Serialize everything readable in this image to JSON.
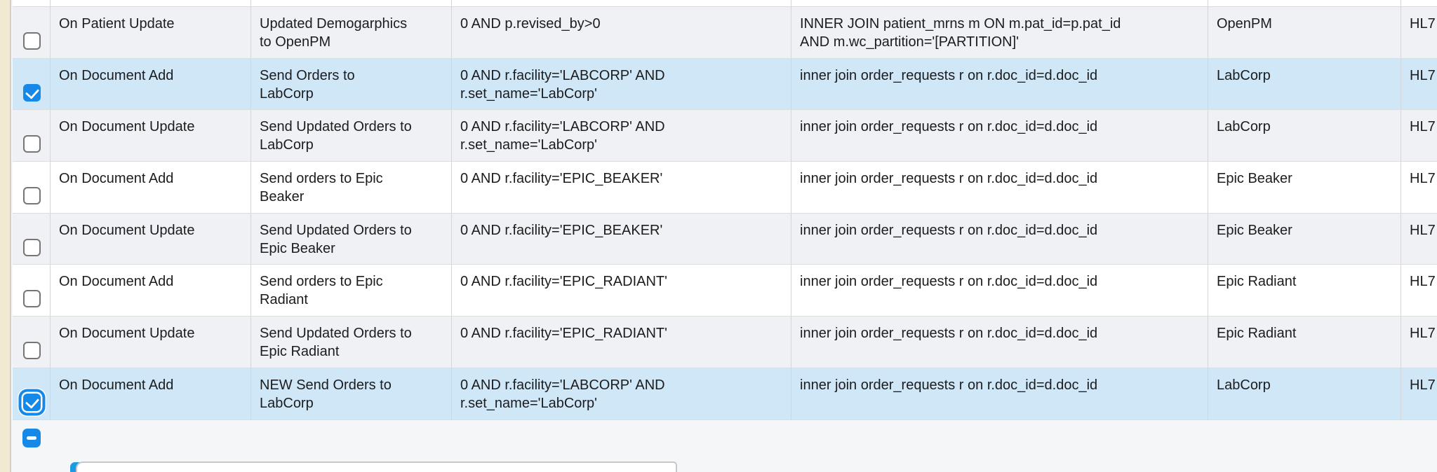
{
  "colors": {
    "accent_blue": "#1588e8",
    "selected_row_blue": "#cfe7f7",
    "striped_row_gray": "#f0f1f5",
    "gutter_beige": "#f2e9d3",
    "panel_accent_blue": "#199ae1"
  },
  "table": {
    "rows": [
      {
        "event": "On Patient Update",
        "name": "Updated Demogarphics\nto OpenPM",
        "condition": "0 AND p.revised_by>0",
        "join": "INNER JOIN patient_mrns m ON m.pat_id=p.pat_id\nAND m.wc_partition='[PARTITION]'",
        "target": "OpenPM",
        "protocol": "HL7",
        "checked": false
      },
      {
        "event": "On Document Add",
        "name": "Send Orders to\nLabCorp",
        "condition": "0 AND r.facility='LABCORP' AND\nr.set_name='LabCorp'",
        "join": "inner join order_requests r on r.doc_id=d.doc_id",
        "target": "LabCorp",
        "protocol": "HL7",
        "checked": true
      },
      {
        "event": "On Document Update",
        "name": "Send Updated Orders to\nLabCorp",
        "condition": "0 AND r.facility='LABCORP' AND\nr.set_name='LabCorp'",
        "join": "inner join order_requests r on r.doc_id=d.doc_id",
        "target": "LabCorp",
        "protocol": "HL7",
        "checked": false
      },
      {
        "event": "On Document Add",
        "name": "Send orders to Epic\nBeaker",
        "condition": "0 AND r.facility='EPIC_BEAKER'",
        "join": "inner join order_requests r on r.doc_id=d.doc_id",
        "target": "Epic Beaker",
        "protocol": "HL7",
        "checked": false
      },
      {
        "event": "On Document Update",
        "name": "Send Updated Orders to\nEpic Beaker",
        "condition": "0 AND r.facility='EPIC_BEAKER'",
        "join": "inner join order_requests r on r.doc_id=d.doc_id",
        "target": "Epic Beaker",
        "protocol": "HL7",
        "checked": false
      },
      {
        "event": "On Document Add",
        "name": "Send orders to Epic\nRadiant",
        "condition": "0 AND r.facility='EPIC_RADIANT'",
        "join": "inner join order_requests r on r.doc_id=d.doc_id",
        "target": "Epic Radiant",
        "protocol": "HL7",
        "checked": false
      },
      {
        "event": "On Document Update",
        "name": "Send Updated Orders to\nEpic Radiant",
        "condition": "0 AND r.facility='EPIC_RADIANT'",
        "join": "inner join order_requests r on r.doc_id=d.doc_id",
        "target": "Epic Radiant",
        "protocol": "HL7",
        "checked": false
      },
      {
        "event": "On Document Add",
        "name": "NEW Send Orders to\nLabCorp",
        "condition": "0 AND r.facility='LABCORP' AND\nr.set_name='LabCorp'",
        "join": "inner join order_requests r on r.doc_id=d.doc_id",
        "target": "LabCorp",
        "protocol": "HL7",
        "checked": true,
        "focused": true
      }
    ]
  },
  "footer": {
    "remove_button_icon": "minus"
  }
}
